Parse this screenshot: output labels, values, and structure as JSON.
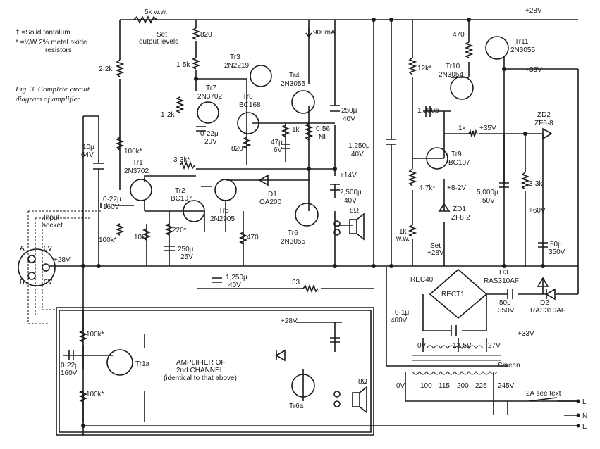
{
  "figure": {
    "caption_line1": "Fig. 3. Complete circuit",
    "caption_line2": "diagram of amplifier."
  },
  "legend": {
    "tantalum": "† =Solid tantalum",
    "metal_oxide_1": "* =½W 2% metal oxide",
    "metal_oxide_2": "resistors"
  },
  "labels": {
    "pot_top": "5k w.w.",
    "set_output_1": "Set",
    "set_output_2": "output levels",
    "rail_28v_top": "+28V",
    "current_900": "900mA",
    "r820_top": "820",
    "r2k2": "2·2k",
    "r1k5": "1·5k",
    "tr3": "Tr3",
    "tr3_type": "2N2219",
    "tr4": "Tr4",
    "tr4_type": "2N3055",
    "tr7": "Tr7",
    "tr7_type": "2N3702",
    "tr8": "Tr8",
    "tr8_type": "BC168",
    "r1k2": "1·2k",
    "c022_20v_1": "0·22μ",
    "c022_20v_2": "20V",
    "c250_40_1": "250μ",
    "c250_40_2": "40V",
    "r1k_mid": "1k",
    "c47_1": "47μ",
    "c47_2": "6V",
    "r056_1": "0·56",
    "r056_2": "NI",
    "r820_mid": "820",
    "c10u_1": "10μ",
    "c10u_2": "64V",
    "r100k_star": "100k*",
    "tr1": "Tr1",
    "tr1_type": "2N3702",
    "r3k3_star": "3·3k*",
    "rail_14v": "+14V",
    "c022_160_1": "0·22μ",
    "c022_160_2": "160V",
    "tr2": "Tr2",
    "tr2_type": "BC107",
    "tr5": "Tr5",
    "tr5_type": "2N2905",
    "d1": "D1",
    "d1_type": "OA200",
    "c2500_1": "2,500μ",
    "c2500_2": "40V",
    "tr6": "Tr6",
    "tr6_type": "2N3055",
    "spk8": "8Ω",
    "r100k_star2": "100k*",
    "r10k": "10k",
    "r220_star": "220*",
    "r470_mid": "470",
    "c250_25_1": "250μ",
    "c250_25_2": "25V",
    "input_1": "Input",
    "input_2": "socket",
    "pin_a": "A",
    "pin_0v_a": "0V",
    "pin_28v": "+28V",
    "pin_b": "B",
    "pin_0v_b": "0V",
    "c1250_40_1": "1,250μ",
    "c1250_40_2": "40V",
    "r33": "33",
    "c1250_right_1": "1,250μ",
    "c1250_right_2": "40V",
    "r470_top": "470",
    "tr11": "Tr11",
    "tr11_type": "2N3055",
    "rail_33v_top": "+33V",
    "r12k_star": "12k*",
    "tr10": "Tr10",
    "tr10_type": "2N3054",
    "c1200p": "1,200p",
    "zd2": "ZD2",
    "zd2_type": "ZF6·8",
    "r1k_right": "1k",
    "rail_35v": "+35V",
    "tr9": "Tr9",
    "tr9_type": "BC107",
    "r3k3_right": "3·3k",
    "r4k7_star": "4·7k*",
    "v8_2": "+8·2V",
    "c5000_1": "5,000μ",
    "c5000_2": "50V",
    "zd1": "ZD1",
    "zd1_type": "ZF8·2",
    "rail_60v": "+60V",
    "r1k_ww_1": "1k",
    "r1k_ww_2": "w.w.",
    "set28_1": "Set",
    "set28_2": "+28V",
    "c50_350_1": "50μ",
    "c50_350_2": "350V",
    "rec40": "REC40",
    "rect1": "RECT1",
    "d3": "D3",
    "d3_type": "RAS310AF",
    "c50b_1": "50μ",
    "c50b_2": "350V",
    "d2": "D2",
    "d2_type": "RAS310AF",
    "c01_1": "0·1μ",
    "c01_2": "400V",
    "rail_33v_bottom": "+33V",
    "rail_28v_lower": "+28V",
    "amp2_1": "AMPLIFIER OF",
    "amp2_2": "2nd CHANNEL",
    "amp2_3": "(identical to that above)",
    "tr1a": "Tr1a",
    "tr6a": "Tr6a",
    "r100k_b1": "100k*",
    "r100k_b2": "100k*",
    "c022_b_1": "0·22μ",
    "c022_b_2": "160V",
    "spk8b": "8Ω",
    "tap_0v": "0V",
    "tap_135": "13·5V",
    "tap_27": "27V",
    "screen": "Screen",
    "pri_0v": "0V",
    "pri_100": "100",
    "pri_115": "115",
    "pri_200": "200",
    "pri_225": "225",
    "pri_245": "245V",
    "fuse": "2A see text",
    "mains_l": "L",
    "mains_n": "N",
    "mains_e": "E"
  }
}
